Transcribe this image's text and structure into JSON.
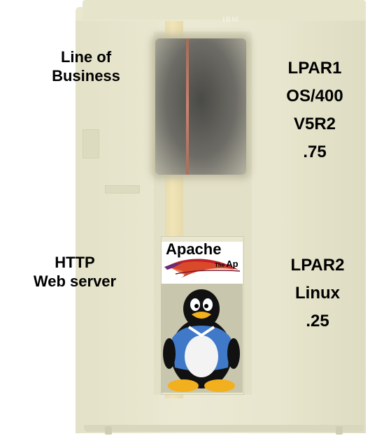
{
  "server": {
    "brand": "IBM"
  },
  "labels": {
    "lpar1_workload": [
      "Line of",
      "Business"
    ],
    "lpar1_info": [
      "LPAR1",
      "OS/400",
      "V5R2",
      ".75"
    ],
    "lpar2_workload": [
      "HTTP",
      "Web server"
    ],
    "lpar2_info": [
      "LPAR2",
      "Linux",
      ".25"
    ]
  },
  "apache_logo": {
    "word": "Apache",
    "sub_prefix": "The",
    "sub_suffix": "Ap"
  },
  "icons": {
    "apache": "apache-feather-icon",
    "linux": "tux-penguin-icon"
  },
  "colors": {
    "chassis": "#e9e7cf",
    "feather_red": "#c0202a",
    "feather_purple": "#6a2a7a"
  }
}
